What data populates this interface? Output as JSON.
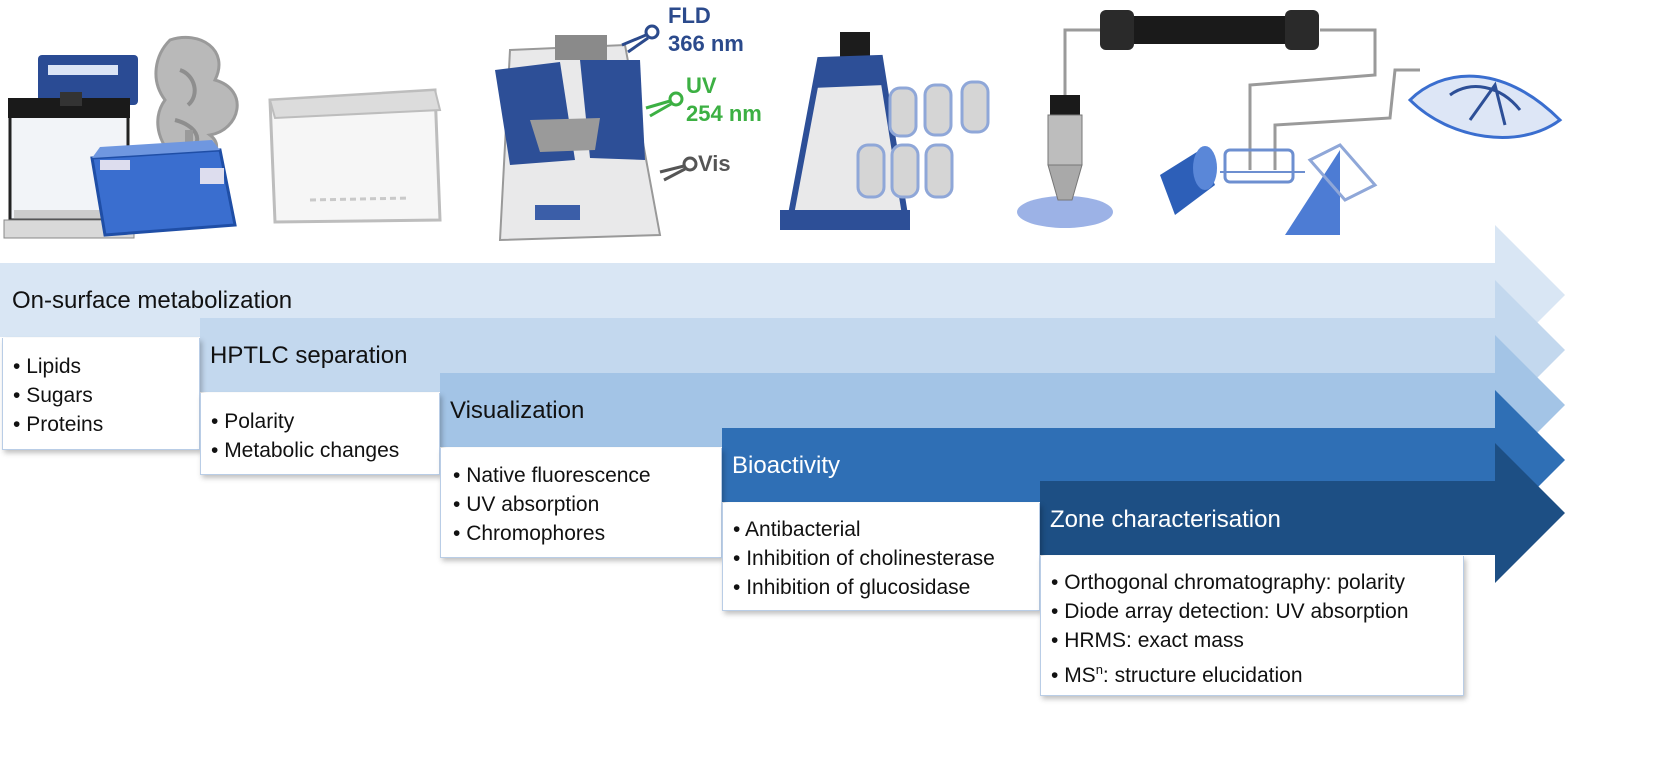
{
  "stages": [
    {
      "title": "On-surface metabolization",
      "items": [
        "Lipids",
        "Sugars",
        "Proteins"
      ],
      "color": "#d9e6f4",
      "title_color": "#111111"
    },
    {
      "title": "HPTLC separation",
      "items": [
        "Polarity",
        "Metabolic changes"
      ],
      "color": "#c3d8ee",
      "title_color": "#111111"
    },
    {
      "title": "Visualization",
      "items": [
        "Native fluorescence",
        "UV absorption",
        "Chromophores"
      ],
      "color": "#a3c4e6",
      "title_color": "#111111"
    },
    {
      "title": "Bioactivity",
      "items": [
        "Antibacterial",
        "Inhibition of cholinesterase",
        "Inhibition of glucosidase"
      ],
      "color": "#2f6fb5",
      "title_color": "#ffffff"
    },
    {
      "title": "Zone characterisation",
      "items": [
        "Orthogonal chromatography: polarity",
        "Diode array detection: UV absorption",
        "HRMS: exact mass"
      ],
      "color": "#1d4f84",
      "title_color": "#ffffff"
    }
  ],
  "msn_item": {
    "prefix": "MS",
    "superscript": "n",
    "suffix": ": structure elucidation"
  },
  "detector_labels": {
    "fld": {
      "line1": "FLD",
      "line2": "366 nm",
      "color": "#2b4a8c"
    },
    "uv": {
      "line1": "UV",
      "line2": "254 nm",
      "color": "#3cb043"
    },
    "vis": {
      "line1": "Vis",
      "color": "#555555"
    }
  }
}
